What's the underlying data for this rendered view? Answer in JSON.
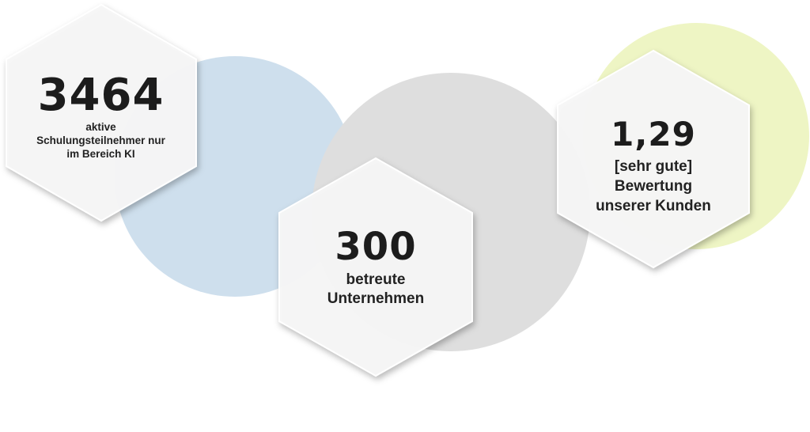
{
  "colors": {
    "circle_blue": "#cedfed",
    "circle_gray": "#dedede",
    "circle_green": "#eef5c4",
    "hexagon_fill": "#f6f6f6",
    "text": "#1c1c1c"
  },
  "stats": [
    {
      "value": "3464",
      "label_lines": [
        "aktive",
        "Schulungsteilnehmer nur",
        "im Bereich KI"
      ]
    },
    {
      "value": "300",
      "label_lines": [
        "betreute",
        "Unternehmen"
      ]
    },
    {
      "value": "1,29",
      "label_lines": [
        "[sehr gute]",
        "Bewertung",
        "unserer Kunden"
      ]
    }
  ]
}
